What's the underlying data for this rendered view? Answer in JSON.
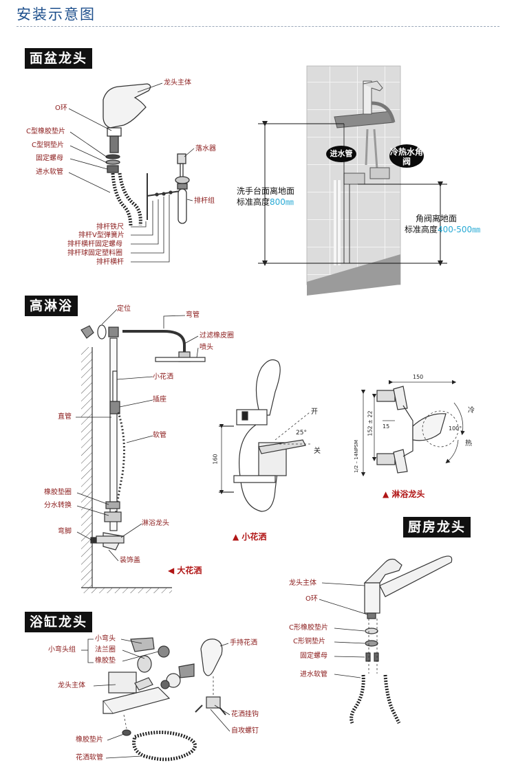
{
  "page": {
    "title": "安装示意图"
  },
  "sections": {
    "basin": "面盆龙头",
    "shower": "高淋浴",
    "kitchen": "厨房龙头",
    "bathtub": "浴缸龙头"
  },
  "basin": {
    "labels": {
      "body": "龙头主体",
      "oring": "O环",
      "c_rubber": "C型橡胶垫片",
      "c_copper": "C型铜垫片",
      "nut": "固定螺母",
      "hose": "进水软管",
      "drain": "落水器",
      "drain_set": "排杆组",
      "rod_strip": "排杆铁尺",
      "v_spring": "排杆V型弹簧片",
      "rod_nut": "排杆横杆固定螺母",
      "ball_ring": "排杆球固定塑料圈",
      "crossbar": "排杆横杆"
    },
    "install": {
      "inlet": "进水管",
      "valve": "冷热水角阀",
      "counter_line1": "洗手台面离地面",
      "counter_line2": "标准高度",
      "counter_value": "800㎜",
      "valve_line1": "角阀离地面",
      "valve_line2": "标准高度",
      "valve_value": "400-500㎜"
    }
  },
  "shower": {
    "labels": {
      "locate": "定位",
      "arm": "弯管",
      "filter": "过滤橡皮圈",
      "head": "喷头",
      "hand": "小花洒",
      "seat": "插座",
      "hose": "软管",
      "pipe": "直管",
      "gasket": "橡胶垫圈",
      "diverter": "分水转换",
      "faucet": "淋浴龙头",
      "elbow": "弯脚",
      "cover": "装饰盖"
    },
    "captions": {
      "big": "大花洒",
      "small": "小花洒",
      "faucet": "淋浴龙头"
    },
    "dims": {
      "open": "开",
      "close": "关",
      "angle": "25°",
      "h160": "160",
      "w150": "150",
      "d15": "15",
      "d152": "152 ± 22",
      "thread": "1/2 – 14NPSM",
      "a100": "100°",
      "cold": "冷",
      "hot": "热"
    }
  },
  "kitchen": {
    "labels": {
      "body": "龙头主体",
      "oring": "O环",
      "c_rubber": "C形橡胶垫片",
      "c_copper": "C形铜垫片",
      "nut": "固定螺母",
      "hose": "进水软管"
    }
  },
  "bathtub": {
    "labels": {
      "elbow_group": "小弯头组",
      "elbow": "小弯头",
      "flange": "法兰圈",
      "rubber": "橡胶垫",
      "body": "龙头主体",
      "hand": "手持花洒",
      "hook": "花洒挂钩",
      "screw": "自攻螺钉",
      "gasket": "橡胶垫片",
      "hose": "花洒软管"
    }
  }
}
